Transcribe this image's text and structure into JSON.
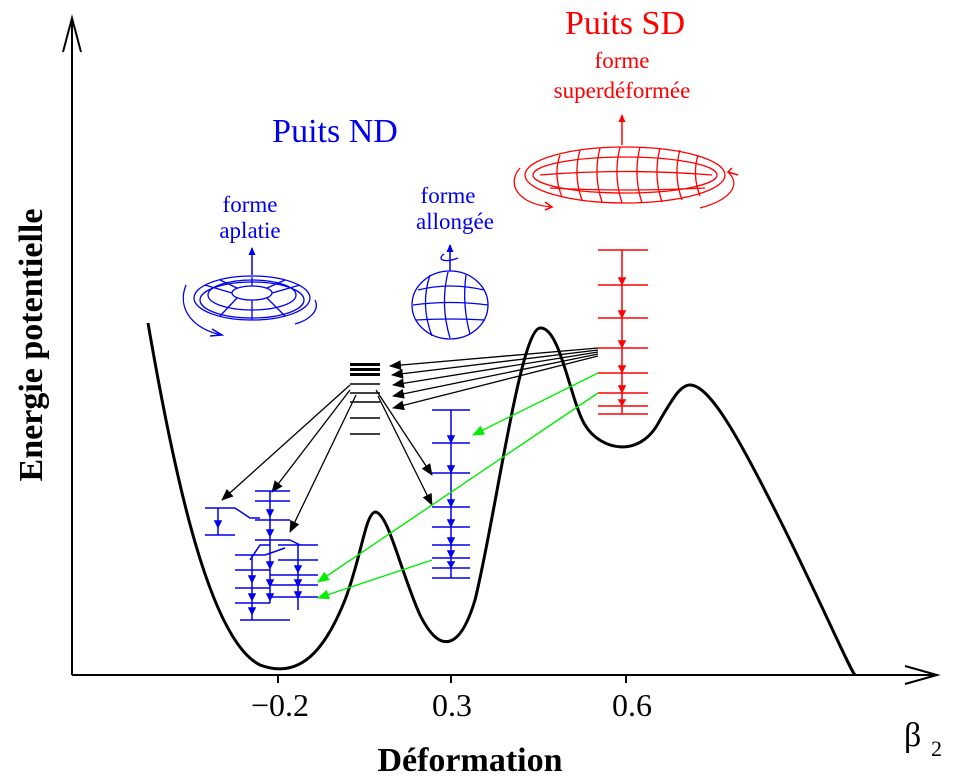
{
  "axes": {
    "ylabel": "Energie potentielle",
    "xlabel": "Déformation",
    "xsymbol": "β",
    "xsubscript": "2",
    "ticks": [
      "−0.2",
      "0.3",
      "0.6"
    ]
  },
  "wells": {
    "nd": {
      "title": "Puits ND"
    },
    "sd": {
      "title": "Puits SD"
    }
  },
  "shapes": {
    "oblate": {
      "line1": "forme",
      "line2": "aplatie"
    },
    "prolate": {
      "line1": "forme",
      "line2": "allongée"
    },
    "super": {
      "line1": "forme",
      "line2": "superdéformée"
    }
  },
  "colors": {
    "nd": "#0000ee",
    "sd": "#ff0000",
    "feeding": "#00ee00",
    "curve": "#000000"
  }
}
